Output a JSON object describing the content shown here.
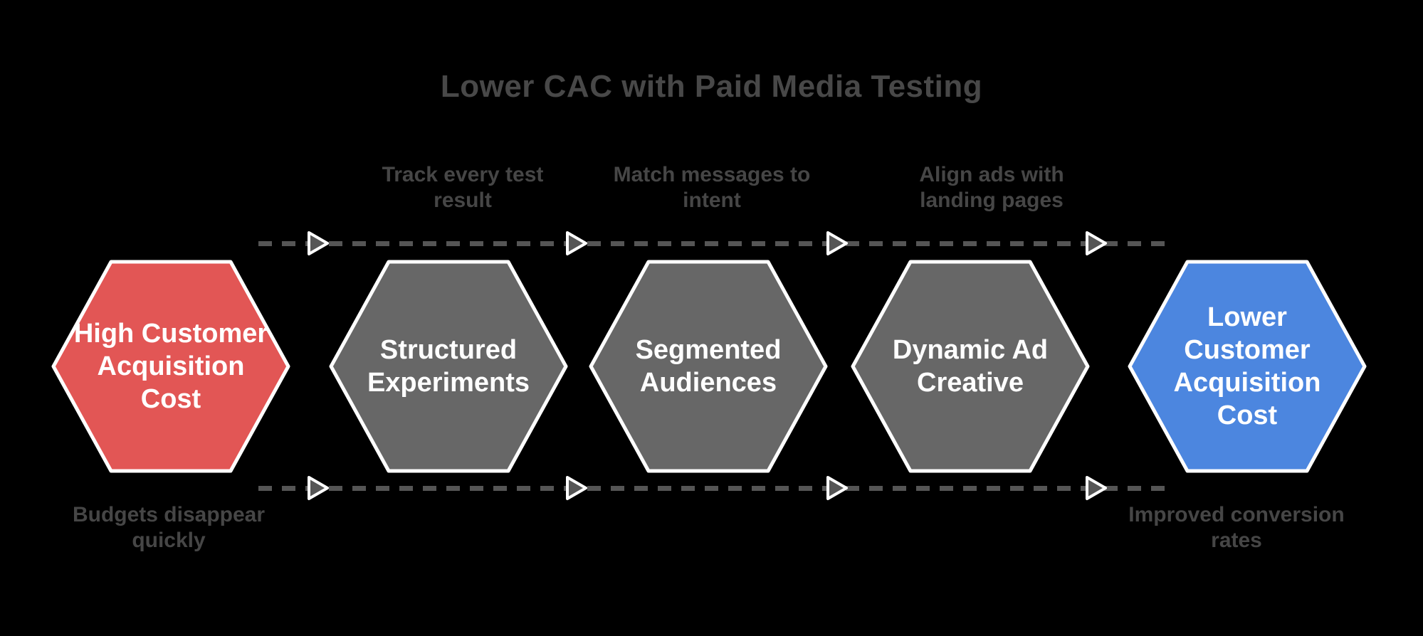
{
  "title": {
    "text": "Lower CAC with Paid Media Testing"
  },
  "top_annotations": [
    {
      "text": "Track every test\nresult"
    },
    {
      "text": "Match messages to\nintent"
    },
    {
      "text": "Align ads with\nlanding pages"
    }
  ],
  "bottom_annotations": [
    {
      "text": "Budgets disappear\nquickly"
    },
    {
      "text": "Improved conversion\nrates"
    }
  ],
  "hexagons": [
    {
      "label": "High Customer\nAcquisition\nCost",
      "color": "red_hex"
    },
    {
      "label": "Structured\nExperiments",
      "color": "gray_hex"
    },
    {
      "label": "Segmented\nAudiences",
      "color": "gray_hex"
    },
    {
      "label": "Dynamic Ad\nCreative",
      "color": "gray_hex"
    },
    {
      "label": "Lower\nCustomer\nAcquisition\nCost",
      "color": "blue_hex"
    }
  ],
  "colors": {
    "background": "#000000",
    "title_text": "#484848",
    "annotation_text": "#464646",
    "dash": "#555555",
    "arrow_fill": "#565656",
    "arrow_stroke": "#ffffff",
    "hex_border": "#ffffff",
    "hex_text": "#ffffff",
    "red_hex": "#e25655",
    "gray_hex": "#676767",
    "blue_hex": "#4c86df"
  }
}
